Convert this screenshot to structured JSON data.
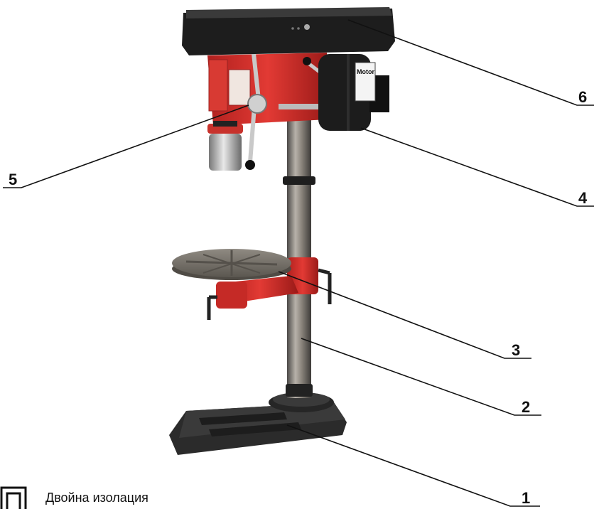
{
  "diagram": {
    "callouts": [
      {
        "id": "1",
        "label": "1"
      },
      {
        "id": "2",
        "label": "2"
      },
      {
        "id": "3",
        "label": "3"
      },
      {
        "id": "4",
        "label": "4"
      },
      {
        "id": "5",
        "label": "5"
      },
      {
        "id": "6",
        "label": "6"
      }
    ],
    "motor_label": "Motor"
  },
  "legend": {
    "double_insulation_icon": "double-insulation-icon",
    "double_insulation_text": "Двойна изолация"
  }
}
